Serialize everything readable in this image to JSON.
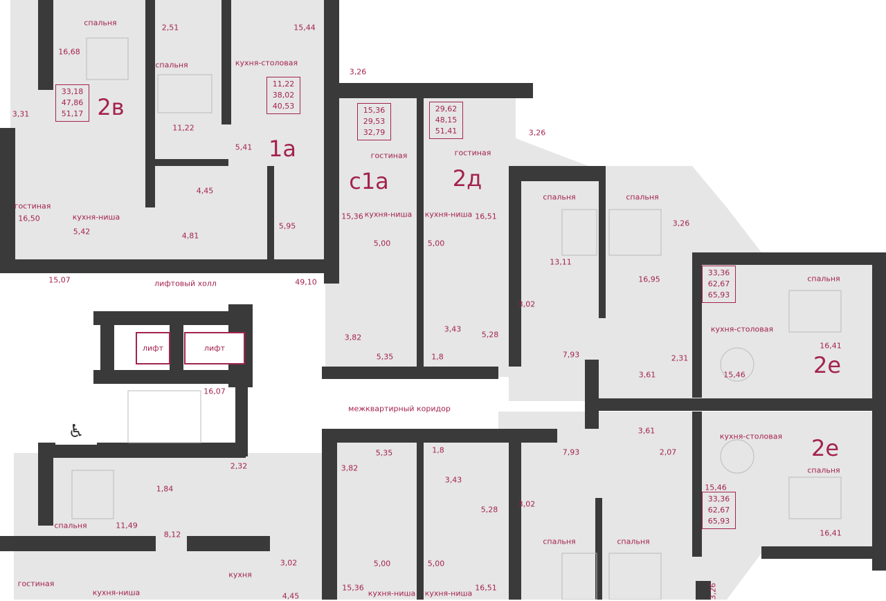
{
  "colors": {
    "accent": "#a3234d",
    "wall": "#3a3a3a",
    "floor": "#e6e6e6"
  },
  "apartments": [
    {
      "type": "2в",
      "areas": [
        "33,18",
        "47,86",
        "51,17"
      ]
    },
    {
      "type": "1а",
      "areas": [
        "11,22",
        "38,02",
        "40,53"
      ]
    },
    {
      "type": "с1а",
      "areas": [
        "15,36",
        "29,53",
        "32,79"
      ]
    },
    {
      "type": "2д",
      "areas": [
        "29,62",
        "48,15",
        "51,41"
      ]
    },
    {
      "type": "2е",
      "areas": [
        "33,36",
        "62,67",
        "65,93"
      ]
    },
    {
      "type": "2е",
      "areas": [
        "33,36",
        "62,67",
        "65,93"
      ]
    }
  ],
  "lifts": [
    "лифт",
    "лифт"
  ],
  "labels": [
    "спальня",
    "16,68",
    "2,51",
    "15,44",
    "спальня",
    "кухня-столовая",
    "3,26",
    "11,22",
    "3,31",
    "5,41",
    "гостиная",
    "гостиная",
    "3,26",
    "гостиная",
    "16,50",
    "4,45",
    "кухня-ниша",
    "5,42",
    "4,81",
    "5,95",
    "15,36",
    "16,51",
    "кухня-ниша",
    "кухня-ниша",
    "спальня",
    "спальня",
    "3,26",
    "5,00",
    "5,00",
    "13,11",
    "16,95",
    "спальня",
    "15,07",
    "лифтовый холл",
    "49,10",
    "3,02",
    "кухня-столовая",
    "16,41",
    "3,82",
    "3,43",
    "5,28",
    "7,93",
    "2,31",
    "3,61",
    "15,46",
    "5,35",
    "1,8",
    "16,07",
    "межквартирный коридор",
    "3,61",
    "7,93",
    "2,07",
    "кухня-столовая",
    "15,46",
    "спальня",
    "16,41",
    "5,35",
    "1,8",
    "3,82",
    "3,43",
    "5,28",
    "3,02",
    "2,32",
    "1,84",
    "спальня",
    "11,49",
    "8,12",
    "спальня",
    "спальня",
    "3,02",
    "5,00",
    "5,00",
    "кухня",
    "гостиная",
    "кухня-ниша",
    "4,45",
    "15,36",
    "16,51",
    "кухня-ниша",
    "кухня-ниша",
    "3,26"
  ],
  "accessibility_icon": "wheelchair-icon"
}
